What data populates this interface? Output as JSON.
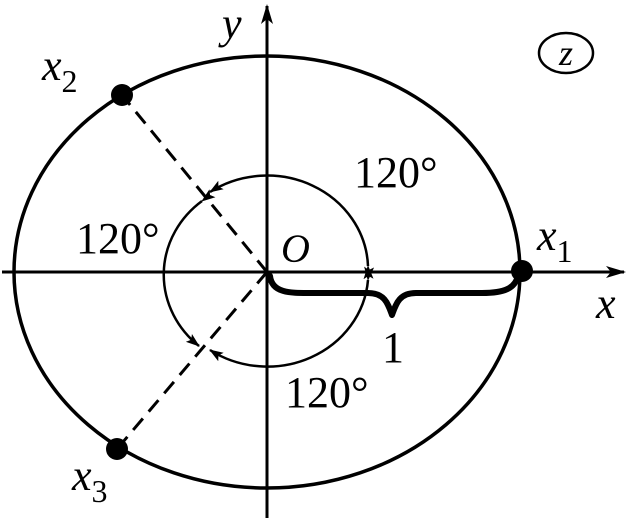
{
  "labels": {
    "y_axis": "y",
    "x_axis": "x",
    "origin": "O",
    "plane": "z",
    "x1": "x",
    "x1_sub": "1",
    "x2": "x",
    "x2_sub": "2",
    "x3": "x",
    "x3_sub": "3",
    "angle_top": "120°",
    "angle_left": "120°",
    "angle_bottom": "120°",
    "radius": "1"
  },
  "colors": {
    "ink": "#000000",
    "background": "#ffffff"
  }
}
